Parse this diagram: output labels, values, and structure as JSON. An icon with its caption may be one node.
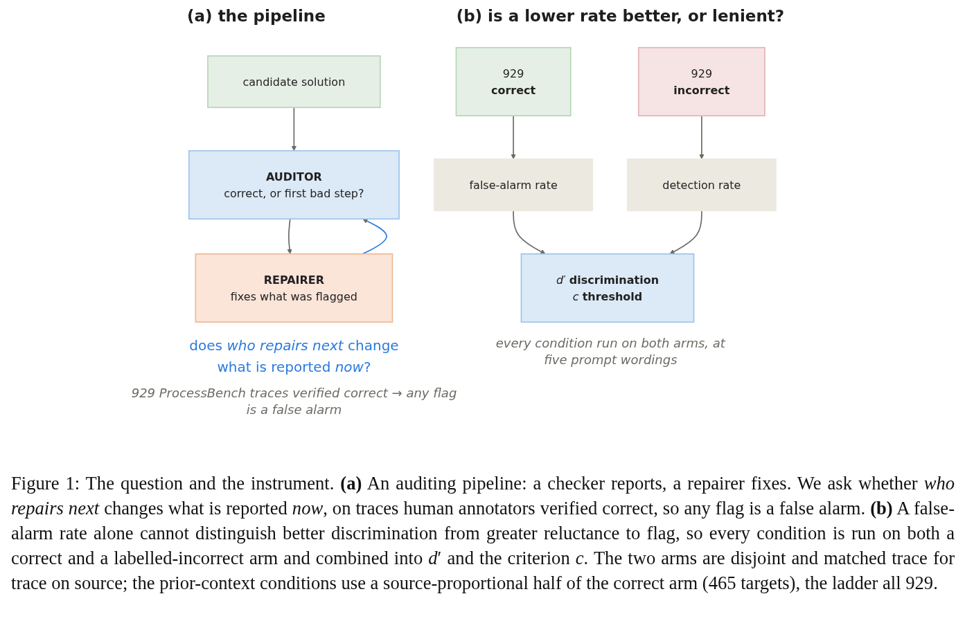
{
  "diagram": {
    "caption": "Figure 1: The question and the instrument. **(a)** An auditing pipeline: a checker reports, a repairer fixes. We ask whether *who repairs next* changes what is reported *now*, on traces human annotators verified correct, so any flag is a false alarm. **(b)** A false-alarm rate alone cannot distinguish better discrimination from greater reluctance to flag, so every condition is run on both a correct and a labelled-incorrect arm and combined into *d*′ and the criterion *c*. The two arms are disjoint and matched trace for trace on source; the prior-context conditions use a source-proportional half of the correct arm (465 targets), the ladder all 929.",
    "nodes": [
      {
        "text": [
          "candidate solution"
        ]
      },
      {
        "text": [
          "AUDITOR",
          "correct, or first bad step?"
        ]
      },
      {
        "text": [
          "REPAIRER",
          "fixes what was flagged"
        ]
      },
      {
        "text": [
          "929",
          "correct"
        ]
      },
      {
        "text": [
          "929",
          "incorrect"
        ]
      },
      {
        "text": [
          "false-alarm rate"
        ]
      },
      {
        "text": [
          "detection rate"
        ]
      },
      {
        "text": [
          "*d*′ **discrimination**",
          "*c* **threshold**"
        ]
      }
    ],
    "edges": [
      {
        "from": 0,
        "to": 1,
        "arrow": "to"
      },
      {
        "from": 1,
        "to": 2,
        "arrow": "to"
      },
      {
        "from": 2,
        "to": 1,
        "arrow": "to",
        "color": "#2a7ae0"
      },
      {
        "from": 3,
        "to": 5,
        "arrow": "to"
      },
      {
        "from": 4,
        "to": 6,
        "arrow": "to"
      },
      {
        "from": 5,
        "to": 7,
        "arrow": "to"
      },
      {
        "from": 6,
        "to": 7,
        "arrow": "to"
      }
    ],
    "labels": [
      "(a) the pipeline",
      "(b) is a lower rate better, or lenient?",
      "does *who repairs next* change what is reported *now*?",
      "929 ProcessBench traces verified correct → any flag is a false alarm",
      "every condition run on both arms, at five prompt wordings"
    ]
  }
}
